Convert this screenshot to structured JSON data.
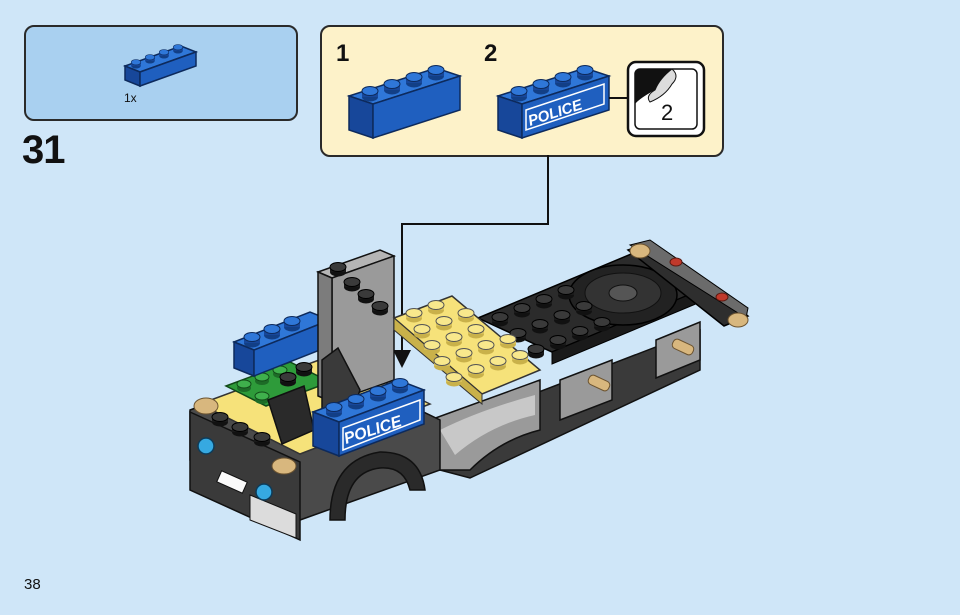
{
  "parts_list": {
    "quantity": "1x"
  },
  "step": {
    "number": "31"
  },
  "substeps": [
    {
      "label": "1"
    },
    {
      "label": "2"
    }
  ],
  "callout": {
    "count": "2"
  },
  "brick_print": {
    "text": "POLICE"
  },
  "page": {
    "number": "38"
  },
  "colors": {
    "background": "#cfe6f8",
    "parts_box": "#a9d0f0",
    "substep_box": "#fdf2c9",
    "blue_brick": "#1f5fbf",
    "yellow_plate": "#f6e27a",
    "dark_plate": "#2e2e2e",
    "green_plate": "#2e9b3a",
    "grey_wall": "#9a9a9a",
    "tan_peg": "#d8b77e"
  }
}
